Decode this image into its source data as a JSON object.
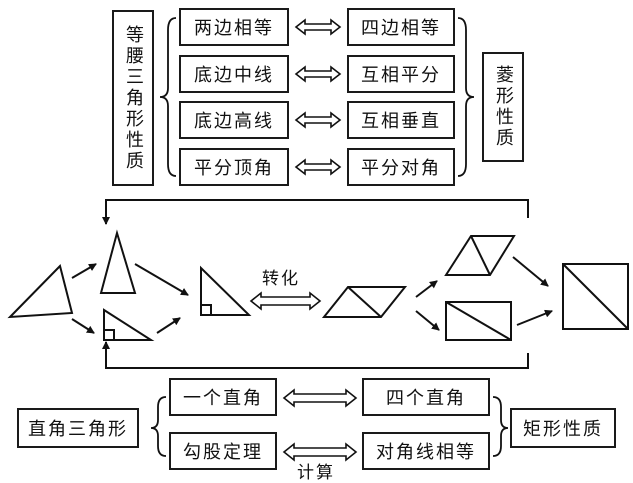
{
  "isosceles": {
    "title": "等腰三角形性质",
    "items": [
      "两边相等",
      "底边中线",
      "底边高线",
      "平分顶角"
    ]
  },
  "rhombus": {
    "title": "菱形性质",
    "items": [
      "四边相等",
      "互相平分",
      "互相垂直",
      "平分对角"
    ]
  },
  "middle": {
    "transform_label": "转化"
  },
  "right_triangle": {
    "title": "直角三角形",
    "items": [
      "一个直角",
      "勾股定理"
    ]
  },
  "rectangle": {
    "title": "矩形性质",
    "items": [
      "四个直角",
      "对角线相等"
    ]
  },
  "bottom": {
    "compute_label": "计算"
  }
}
